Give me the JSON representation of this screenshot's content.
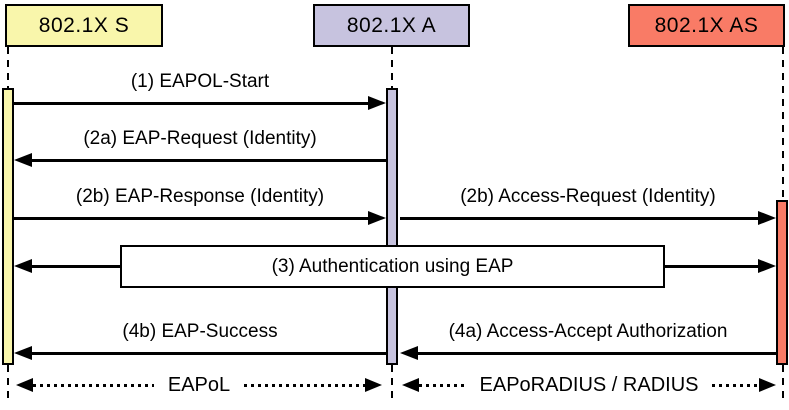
{
  "diagram": {
    "type": "sequence-diagram",
    "actors": [
      {
        "label": "802.1X S",
        "role": "supplicant",
        "fill": "#F9F6AB"
      },
      {
        "label": "802.1X A",
        "role": "authenticator",
        "fill": "#C7C3DF"
      },
      {
        "label": "802.1X AS",
        "role": "authentication-server",
        "fill": "#F97B66"
      }
    ],
    "messages": [
      {
        "label": "(1) EAPOL-Start",
        "from": "802.1X S",
        "to": "802.1X A",
        "line": "solid"
      },
      {
        "label": "(2a) EAP-Request (Identity)",
        "from": "802.1X A",
        "to": "802.1X S",
        "line": "solid"
      },
      {
        "label": "(2b) EAP-Response (Identity)",
        "from": "802.1X S",
        "to": "802.1X A",
        "line": "solid"
      },
      {
        "label": "(2b) Access-Request (Identity)",
        "from": "802.1X A",
        "to": "802.1X AS",
        "line": "solid"
      },
      {
        "label": "(3) Authentication using EAP",
        "from": "802.1X S",
        "to": "802.1X AS",
        "line": "spanning-box-double-arrow"
      },
      {
        "label": "(4a) Access-Accept Authorization",
        "from": "802.1X AS",
        "to": "802.1X A",
        "line": "solid"
      },
      {
        "label": "(4b) EAP-Success",
        "from": "802.1X A",
        "to": "802.1X S",
        "line": "solid"
      }
    ],
    "channels": [
      {
        "label": "EAPoL",
        "between": [
          "802.1X S",
          "802.1X A"
        ],
        "line": "dotted-double-arrow"
      },
      {
        "label": "EAPoRADIUS / RADIUS",
        "between": [
          "802.1X A",
          "802.1X AS"
        ],
        "line": "dotted-double-arrow"
      }
    ],
    "colors": {
      "line": "#000000",
      "background": "#FFFFFF"
    }
  }
}
